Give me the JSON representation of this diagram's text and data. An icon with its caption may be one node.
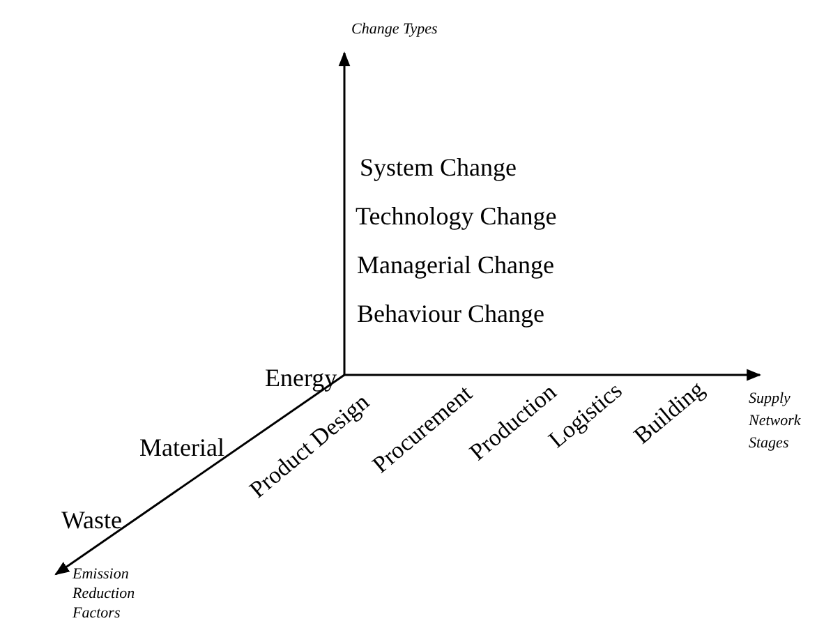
{
  "diagram": {
    "labels": [
      "Change Types",
      "System Change",
      "Technology Change",
      "Managerial Change",
      "Behaviour Change",
      "Energy",
      "Supply Network Stages",
      "Material",
      "Product Design",
      "Procurement",
      "Production",
      "Logistics",
      "Building",
      "Waste",
      "Emission Reduction Factors"
    ]
  }
}
